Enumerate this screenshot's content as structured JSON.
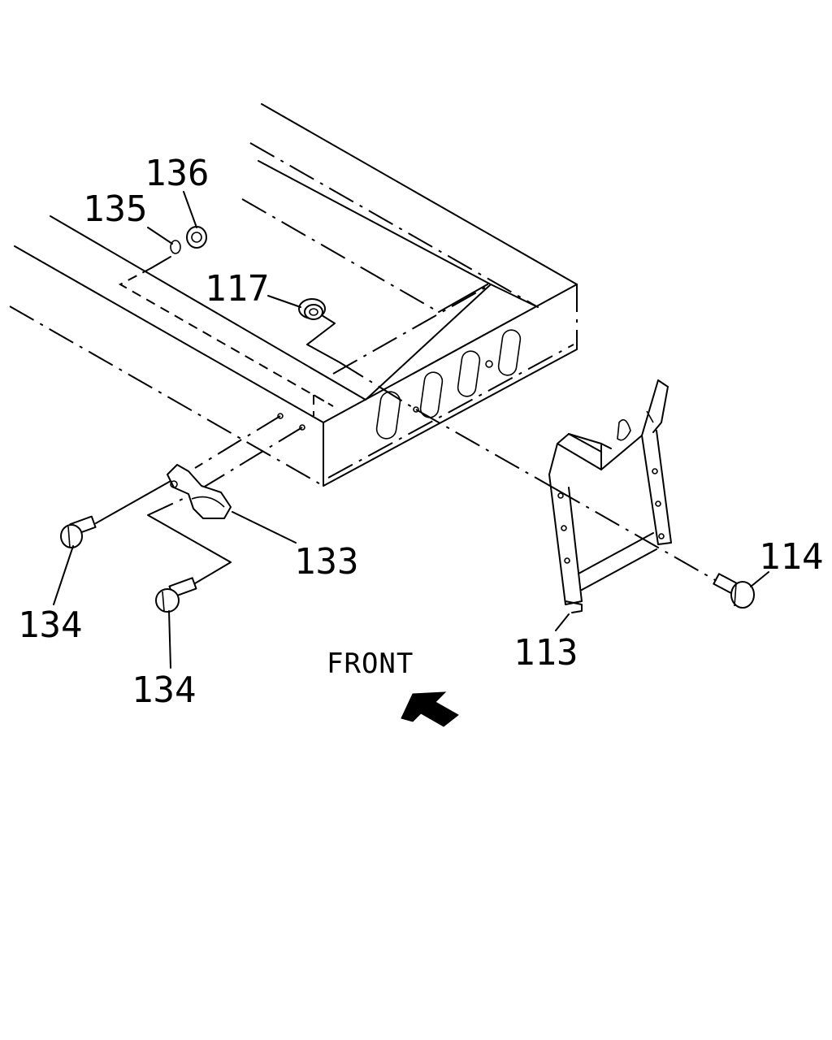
{
  "callouts": {
    "c136": "136",
    "c135": "135",
    "c117": "117",
    "c133": "133",
    "c134a": "134",
    "c134b": "134",
    "c113": "113",
    "c114": "114"
  },
  "front_label": "FRONT",
  "icons": {
    "direction_arrow": "front-direction-arrow-icon"
  }
}
